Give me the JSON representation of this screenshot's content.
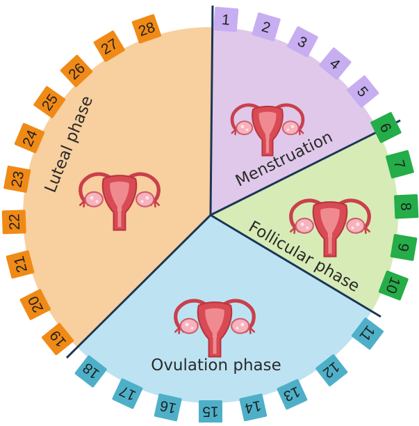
{
  "phases": [
    {
      "key": "menstruation",
      "label": "Menstruation",
      "color": "#dfc8ea",
      "tile_color": "#c7aef0",
      "days": [
        "1",
        "2",
        "3",
        "4",
        "5"
      ]
    },
    {
      "key": "follicular",
      "label": "Follicular phase",
      "color": "#d7ebb6",
      "tile_color": "#24ad48",
      "days": [
        "6",
        "7",
        "8",
        "9",
        "10"
      ]
    },
    {
      "key": "ovulation",
      "label": "Ovulation phase",
      "color": "#bde3f3",
      "tile_color": "#4eb0c8",
      "days": [
        "11",
        "12",
        "13",
        "14",
        "15",
        "16",
        "17",
        "18"
      ]
    },
    {
      "key": "luteal",
      "label": "Luteal phase",
      "color": "#f8cf9e",
      "tile_color": "#f08a16",
      "days": [
        "19",
        "20",
        "21",
        "22",
        "23",
        "24",
        "25",
        "26",
        "27",
        "28"
      ]
    }
  ],
  "colors": {
    "divider": "#1b3556",
    "uterus_body": "#d94b54",
    "uterus_inner": "#f08a91",
    "ovary": "#f6b3bd"
  },
  "icons": {
    "uterus": "uterus-icon"
  }
}
